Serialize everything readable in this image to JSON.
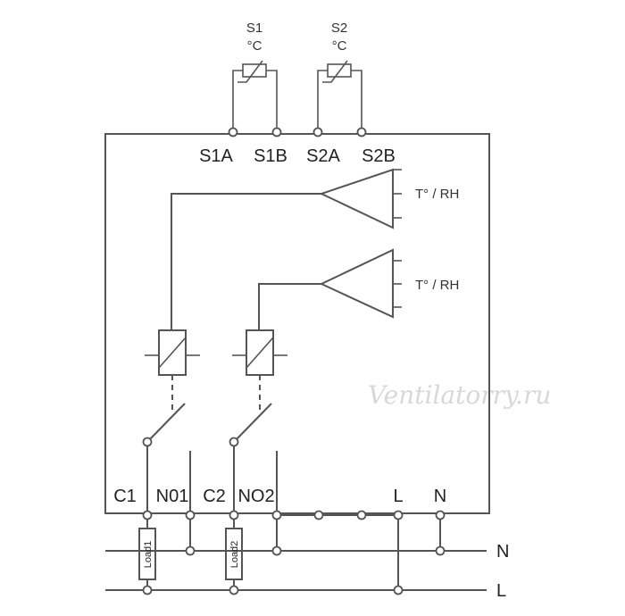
{
  "sensors": {
    "s1": {
      "name": "S1",
      "unit": "°C"
    },
    "s2": {
      "name": "S2",
      "unit": "°C"
    }
  },
  "terminals_top": {
    "s1a": "S1A",
    "s1b": "S1B",
    "s2a": "S2A",
    "s2b": "S2B"
  },
  "channels": {
    "ch1": "T° / RH",
    "ch2": "T° / RH"
  },
  "terminals_bottom": {
    "c1": "C1",
    "no1": "N01",
    "c2": "C2",
    "no2": "NO2",
    "l": "L",
    "n": "N"
  },
  "loads": {
    "load1": "Load1",
    "load2": "Load2"
  },
  "lines": {
    "n": "N",
    "l": "L"
  },
  "watermark": "Ventilatorry.ru"
}
